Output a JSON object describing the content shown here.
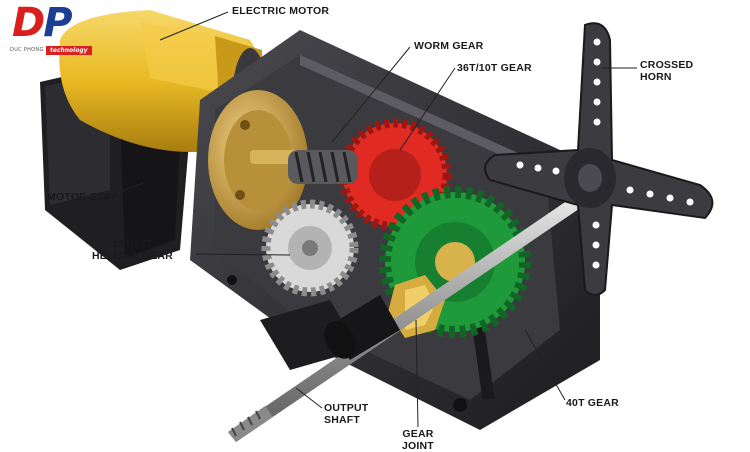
{
  "logo": {
    "letter_d": "D",
    "letter_p": "P",
    "subtext": "DUC PHONG",
    "badge": "technology"
  },
  "labels": {
    "electric_motor": "ELECTRIC MOTOR",
    "worm_gear": "WORM GEAR",
    "gear_36t_10t": "36T/10T GEAR",
    "crossed_horn_line1": "CROSSED",
    "crossed_horn_line2": "HORN",
    "motor_stay": "MOTOR STAY",
    "helical_gear_line1": "28T/12T",
    "helical_gear_line2": "HELICAL GEAR",
    "output_shaft_line1": "OUTPUT",
    "output_shaft_line2": "SHAFT",
    "gear_joint_line1": "GEAR",
    "gear_joint_line2": "JOINT",
    "gear_40t": "40T GEAR"
  },
  "colors": {
    "motor_yellow": "#e9b923",
    "brass": "#c9a24a",
    "housing_dark": "#2b2b2e",
    "worm_red": "#e02a22",
    "gear_green": "#1f9a3a",
    "helical_gray": "#c8c8c8",
    "logo_red": "#d9201f",
    "logo_blue": "#1c3f94"
  }
}
